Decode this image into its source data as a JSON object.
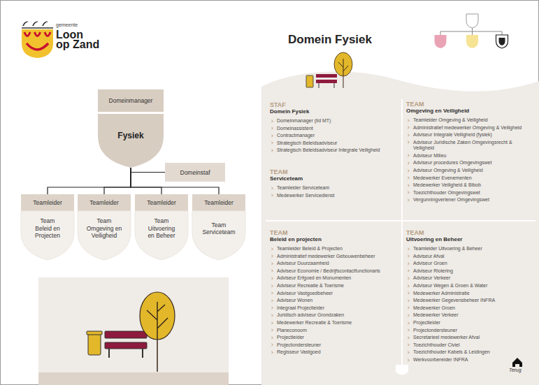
{
  "diagram": {
    "title": "Domein Fysiek",
    "nodes": [
      {
        "text": [
          "Domeinmanager",
          "Fysiek"
        ]
      },
      {
        "text": [
          "Domeinstaf"
        ]
      },
      {
        "text": [
          "Teamleider",
          "Team Beleid en Projecten"
        ]
      },
      {
        "text": [
          "Teamleider",
          "Team Omgeving en Veiligheid"
        ]
      },
      {
        "text": [
          "Teamleider",
          "Team Uitvoering en Beheer"
        ]
      },
      {
        "text": [
          "Teamleider",
          "Team Serviceteam"
        ]
      }
    ],
    "edges": [
      {
        "from": 0,
        "to": 1,
        "arrow": "none"
      },
      {
        "from": 0,
        "to": 2,
        "arrow": "none"
      },
      {
        "from": 0,
        "to": 3,
        "arrow": "none"
      },
      {
        "from": 0,
        "to": 4,
        "arrow": "none"
      },
      {
        "from": 0,
        "to": 5,
        "arrow": "none"
      }
    ],
    "labels": [
      "gemeente",
      "Loon",
      "op Zand",
      "STAF",
      "Domein Fysiek",
      "Domeinmanager (lid MT)",
      "Domeinassistent",
      "Contractmanager",
      "Strategisch Beleidsadviseur",
      "Strategisch Beleidsadviseur Integrale Veiligheid",
      "TEAM",
      "Serviceteam",
      "Teamleider Serviceteam",
      "Medewerker Servicedienst",
      "TEAM",
      "Omgeving en Veiligheid",
      "Teamleider Omgeving & Veiligheid",
      "Administratief medewerker Omgeving & Veiligheid",
      "Adviseur Integrale Veiligheid (fysiek)",
      "Adviseur Juridische Zaken Omgevingsrecht & Veiligheid",
      "Adviseur Milieu",
      "Adviseur procedures Omgevingswet",
      "Adviseur Omgeving & Veiligheid",
      "Medewerker Evenementen",
      "Medewerker Veiligheid & Bibob",
      "Toezichthouder Omgevingswet",
      "Vergunningverlener Omgevingswet",
      "TEAM",
      "Beleid en projecten",
      "Teamleider Beleid & Projecten",
      "Administratief medewerker Gebouwenbeheer",
      "Adviseur Duurzaamheid",
      "Adviseur Economie / Bedrijfscontactfunctionaris",
      "Adviseur Erfgoed en Monumenten",
      "Adviseur Recreatie & Toerisme",
      "Adviseur Vastgoedbeheer",
      "Adviseur Wonen",
      "Integraal Projectleider",
      "Juridisch adviseur Grondzaken",
      "Medewerker Recreatie & Toerisme",
      "Planeconoom",
      "Projectleider",
      "Projectondersteuner",
      "Regisseur Vastgoed",
      "TEAM",
      "Uitvoering en Beheer",
      "Teamleider Uitvoering & Beheer",
      "Adviseur Afval",
      "Adviseur Groen",
      "Adviseur Riolering",
      "Adviseur Verkeer",
      "Adviseur Wegen & Groen & Water",
      "Medewerker Administratie",
      "Medewerker Gegevensbeheer INFRA",
      "Medewerker Groen",
      "Medewerker Verkeer",
      "Projectleider",
      "Projectondersteuner",
      "Secretarieel medewerker Afval",
      "Toezichthouder Civiel",
      "Toezichthouder Kabels & Leidingen",
      "Werkvoorbereider INFRA",
      "Terug"
    ]
  }
}
